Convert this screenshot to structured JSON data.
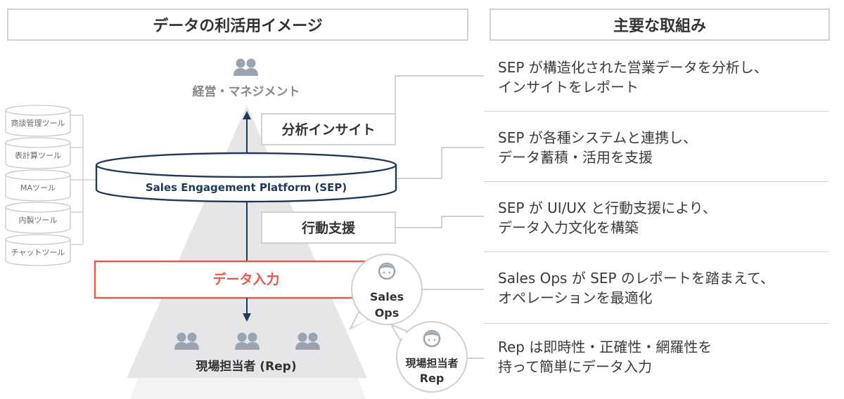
{
  "left_header": "データの利活用イメージ",
  "right_header": "主要な取組み",
  "management": {
    "label": "経営・マネジメント",
    "icon": "users-icon"
  },
  "insight_box": "分析インサイト",
  "platform_label": "Sales Engagement Platform (SEP)",
  "action_box": "行動支援",
  "data_input_box": "データ入力",
  "field_reps_label": "現場担当者 (Rep)",
  "tools": [
    "商談管理ツール",
    "表計算ツール",
    "MAツール",
    "内製ツール",
    "チャットツール"
  ],
  "sales_ops_bubble": {
    "line1": "Sales",
    "line2": "Ops",
    "icon": "person-icon"
  },
  "rep_bubble": {
    "line1": "現場担当者",
    "line2": "Rep",
    "icon": "person-icon"
  },
  "initiatives": [
    {
      "line1": "SEP が構造化された営業データを分析し、",
      "line2": "インサイトをレポート"
    },
    {
      "line1": "SEP が各種システムと連携し、",
      "line2": "データ蓄積・活用を支援"
    },
    {
      "line1": "SEP が UI/UX と行動支援により、",
      "line2": "データ入力文化を構築"
    },
    {
      "line1": "Sales Ops が SEP のレポートを踏まえて、",
      "line2": "オペレーションを最適化"
    },
    {
      "line1": "Rep は即時性・正確性・網羅性を",
      "line2": "持って簡単にデータ入力"
    }
  ],
  "colors": {
    "navy": "#1f3a5a",
    "accent_red": "#e8584a",
    "gray_icon": "#9aa4b0",
    "mountain": "#e9e9eb"
  }
}
